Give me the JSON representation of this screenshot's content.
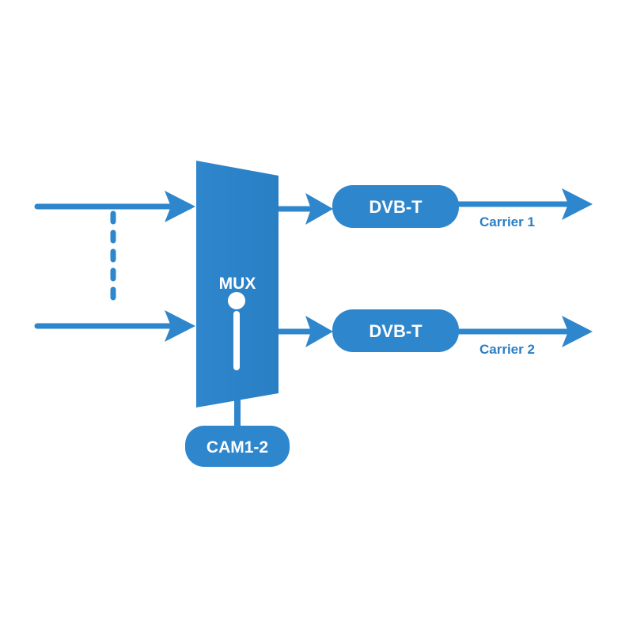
{
  "diagram": {
    "mux_label": "MUX",
    "cam_label": "CAM1-2",
    "modulators": [
      {
        "label": "DVB-T",
        "carrier": "Carrier 1"
      },
      {
        "label": "DVB-T",
        "carrier": "Carrier 2"
      }
    ],
    "colors": {
      "primary": "#2e86cc",
      "text_on_primary": "#ffffff",
      "label": "#2a7fc4",
      "background": "#ffffff"
    }
  }
}
